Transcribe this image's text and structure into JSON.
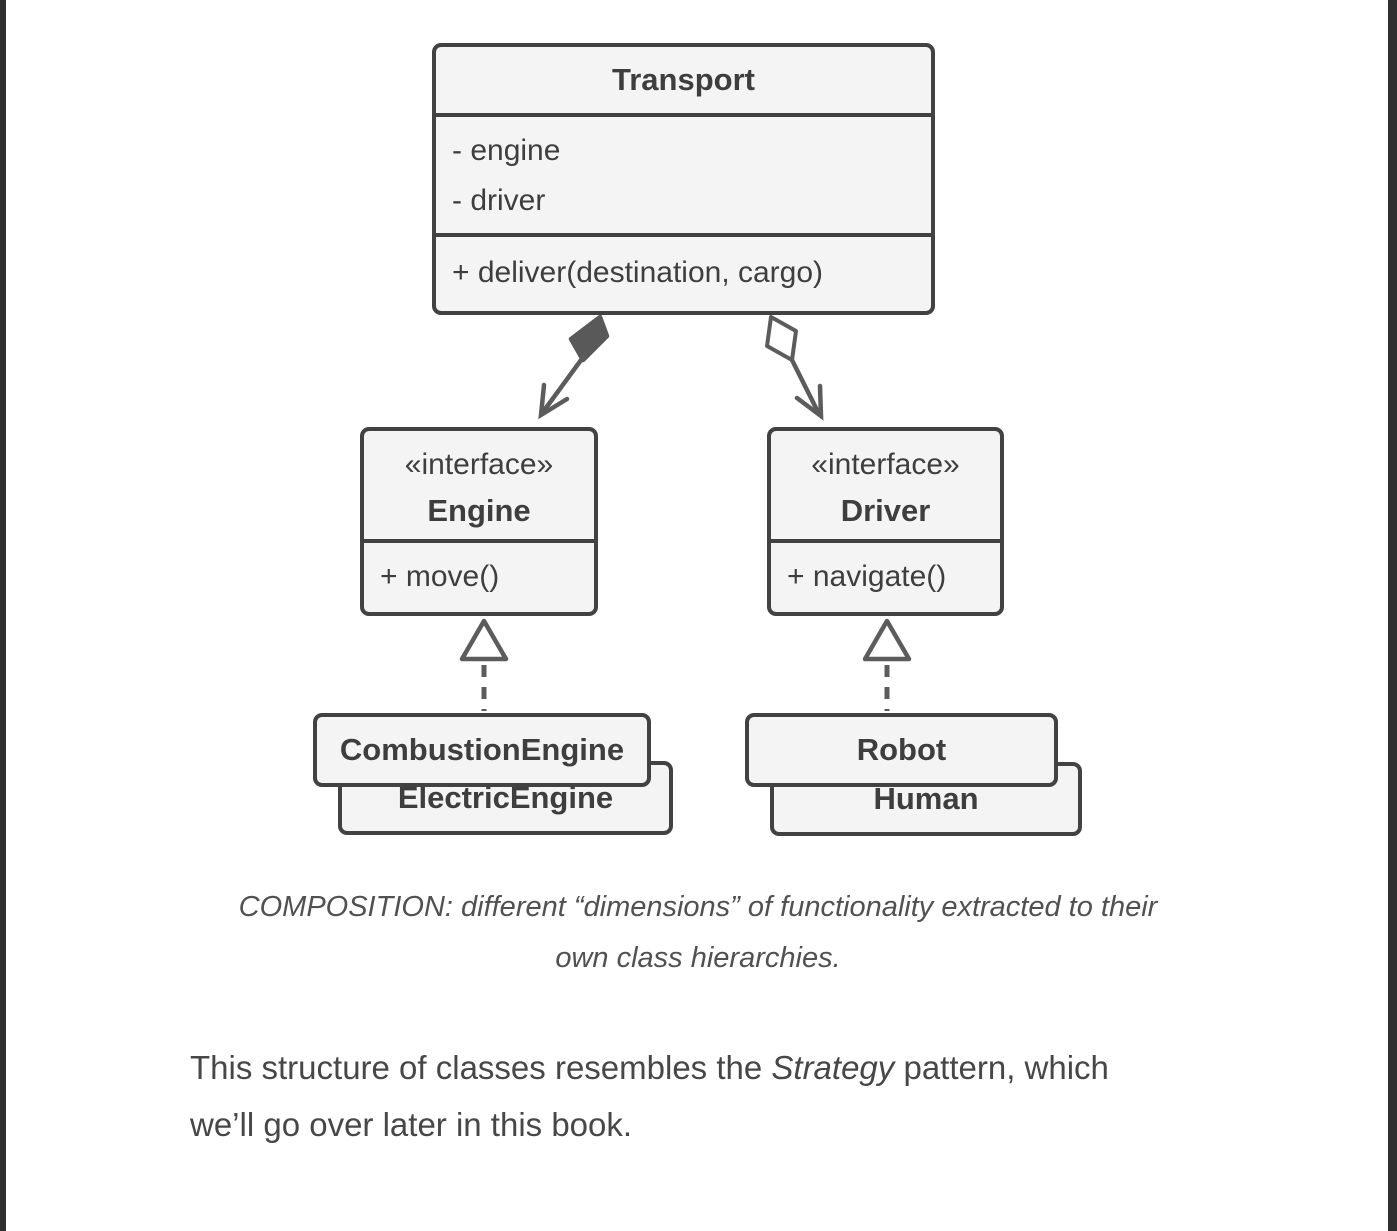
{
  "page": {
    "background": "#ffffff",
    "edge_bar_color": "#2f2f2f"
  },
  "diagram": {
    "type": "uml-class-diagram",
    "colors": {
      "box_fill": "#f4f4f4",
      "box_border": "#424242",
      "connector": "#5c5c5c",
      "text": "#3e3e3e"
    },
    "classes": {
      "transport": {
        "title": "Transport",
        "fields": [
          "- engine",
          "- driver"
        ],
        "methods": [
          "+ deliver(destination, cargo)"
        ]
      },
      "engine": {
        "stereotype": "«interface»",
        "title": "Engine",
        "methods": [
          "+ move()"
        ]
      },
      "driver": {
        "stereotype": "«interface»",
        "title": "Driver",
        "methods": [
          "+ navigate()"
        ]
      },
      "combustion_engine": {
        "title": "CombustionEngine"
      },
      "electric_engine": {
        "title": "ElectricEngine"
      },
      "robot": {
        "title": "Robot"
      },
      "human": {
        "title": "Human"
      }
    },
    "relations": [
      {
        "type": "composition",
        "from": "Transport",
        "to": "Engine"
      },
      {
        "type": "aggregation",
        "from": "Transport",
        "to": "Driver"
      },
      {
        "type": "realization",
        "from": "CombustionEngine",
        "to": "Engine"
      },
      {
        "type": "realization",
        "from": "ElectricEngine",
        "to": "Engine"
      },
      {
        "type": "realization",
        "from": "Robot",
        "to": "Driver"
      },
      {
        "type": "realization",
        "from": "Human",
        "to": "Driver"
      }
    ]
  },
  "caption": {
    "lines": [
      "COMPOSITION: different “dimensions” of functionality extracted to their",
      "own class hierarchies."
    ]
  },
  "paragraph": {
    "line1_pre": "This structure of classes resembles the ",
    "line1_em": "Strategy",
    "line1_post": " pattern, which",
    "line2": "we’ll go over later in this book."
  }
}
